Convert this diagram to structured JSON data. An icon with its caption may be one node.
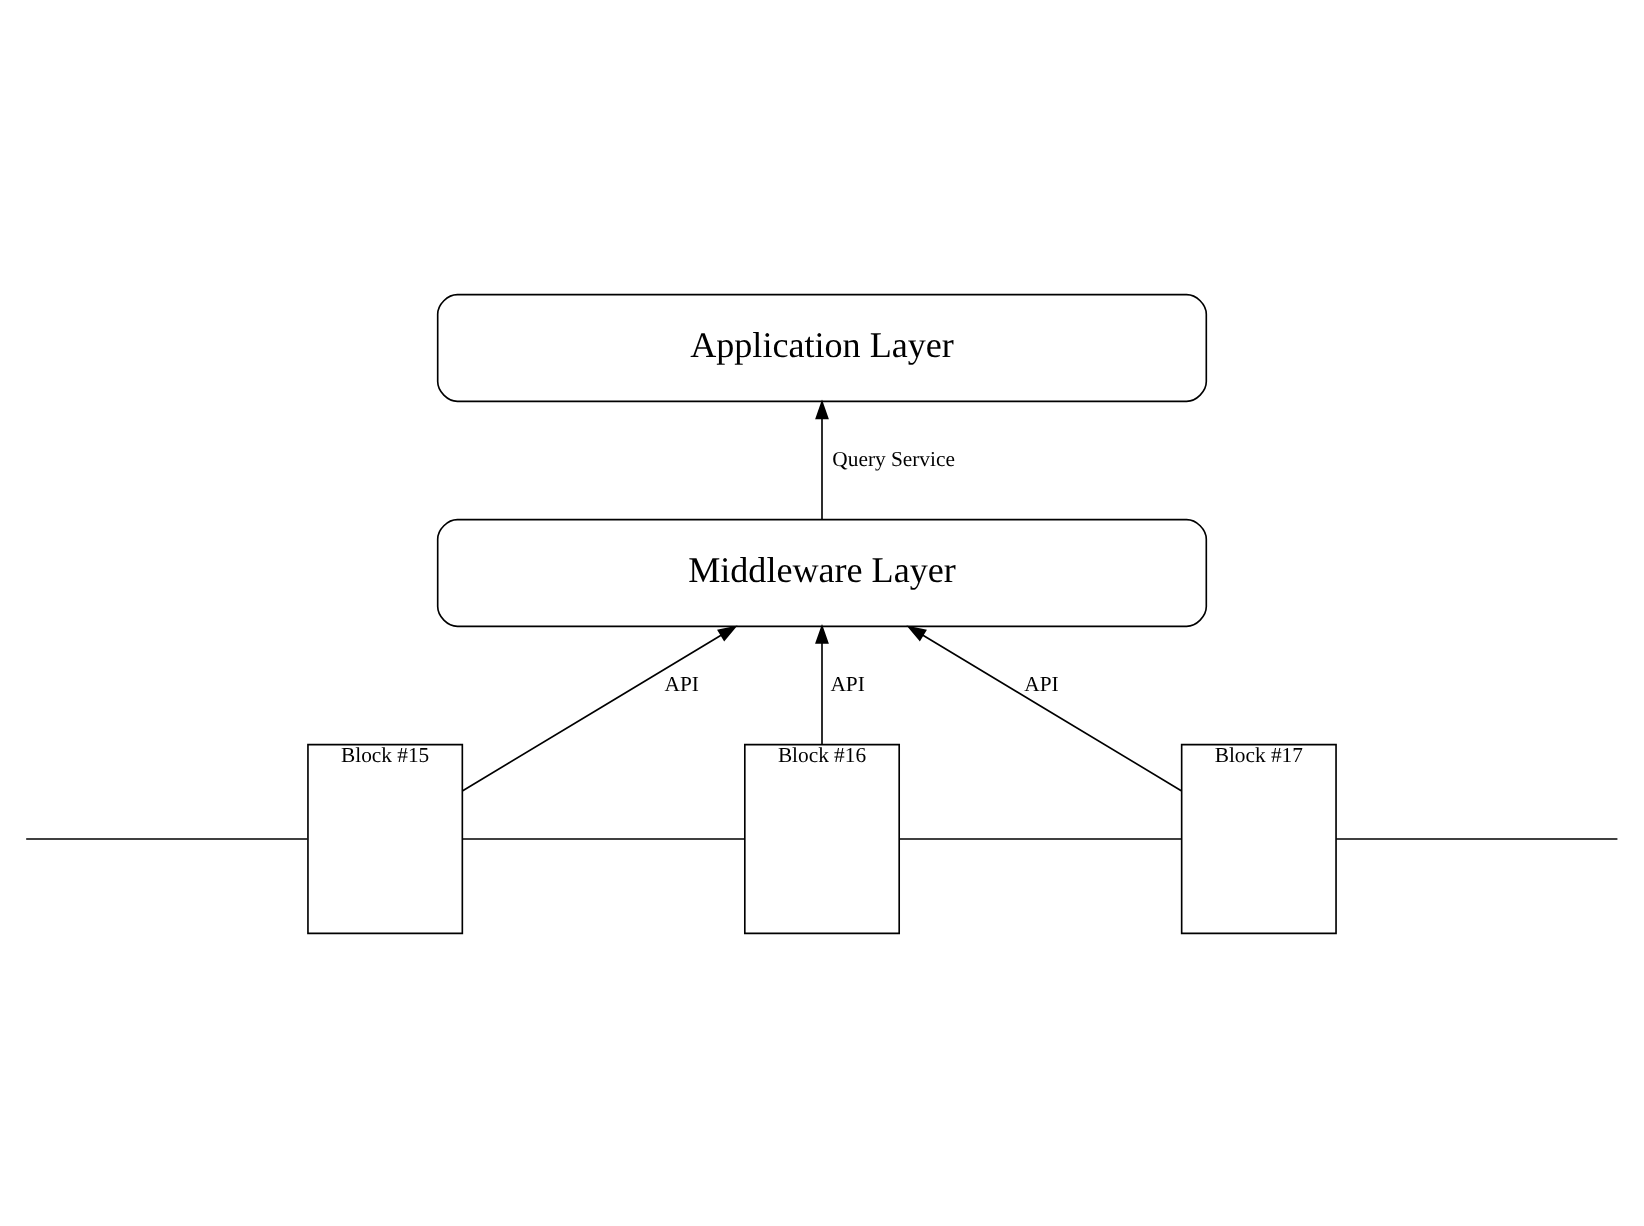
{
  "diagram": {
    "nodes": [
      {
        "text": [
          "Application Layer"
        ]
      },
      {
        "text": [
          "Middleware Layer"
        ]
      },
      {
        "text": [
          "Block #15"
        ]
      },
      {
        "text": [
          "Block #16"
        ]
      },
      {
        "text": [
          "Block #17"
        ]
      }
    ],
    "edges": [
      {
        "from": 1,
        "to": 0,
        "arrow": "to",
        "label": "Query Service"
      },
      {
        "from": 2,
        "to": 1,
        "arrow": "to",
        "label": "API"
      },
      {
        "from": 3,
        "to": 1,
        "arrow": "to",
        "label": "API"
      },
      {
        "from": 4,
        "to": 1,
        "arrow": "to",
        "label": "API"
      },
      {
        "from": null,
        "to": 2,
        "arrow": "none"
      },
      {
        "from": 2,
        "to": 3,
        "arrow": "none"
      },
      {
        "from": 3,
        "to": 4,
        "arrow": "none"
      },
      {
        "from": 4,
        "to": null,
        "arrow": "none"
      }
    ]
  }
}
